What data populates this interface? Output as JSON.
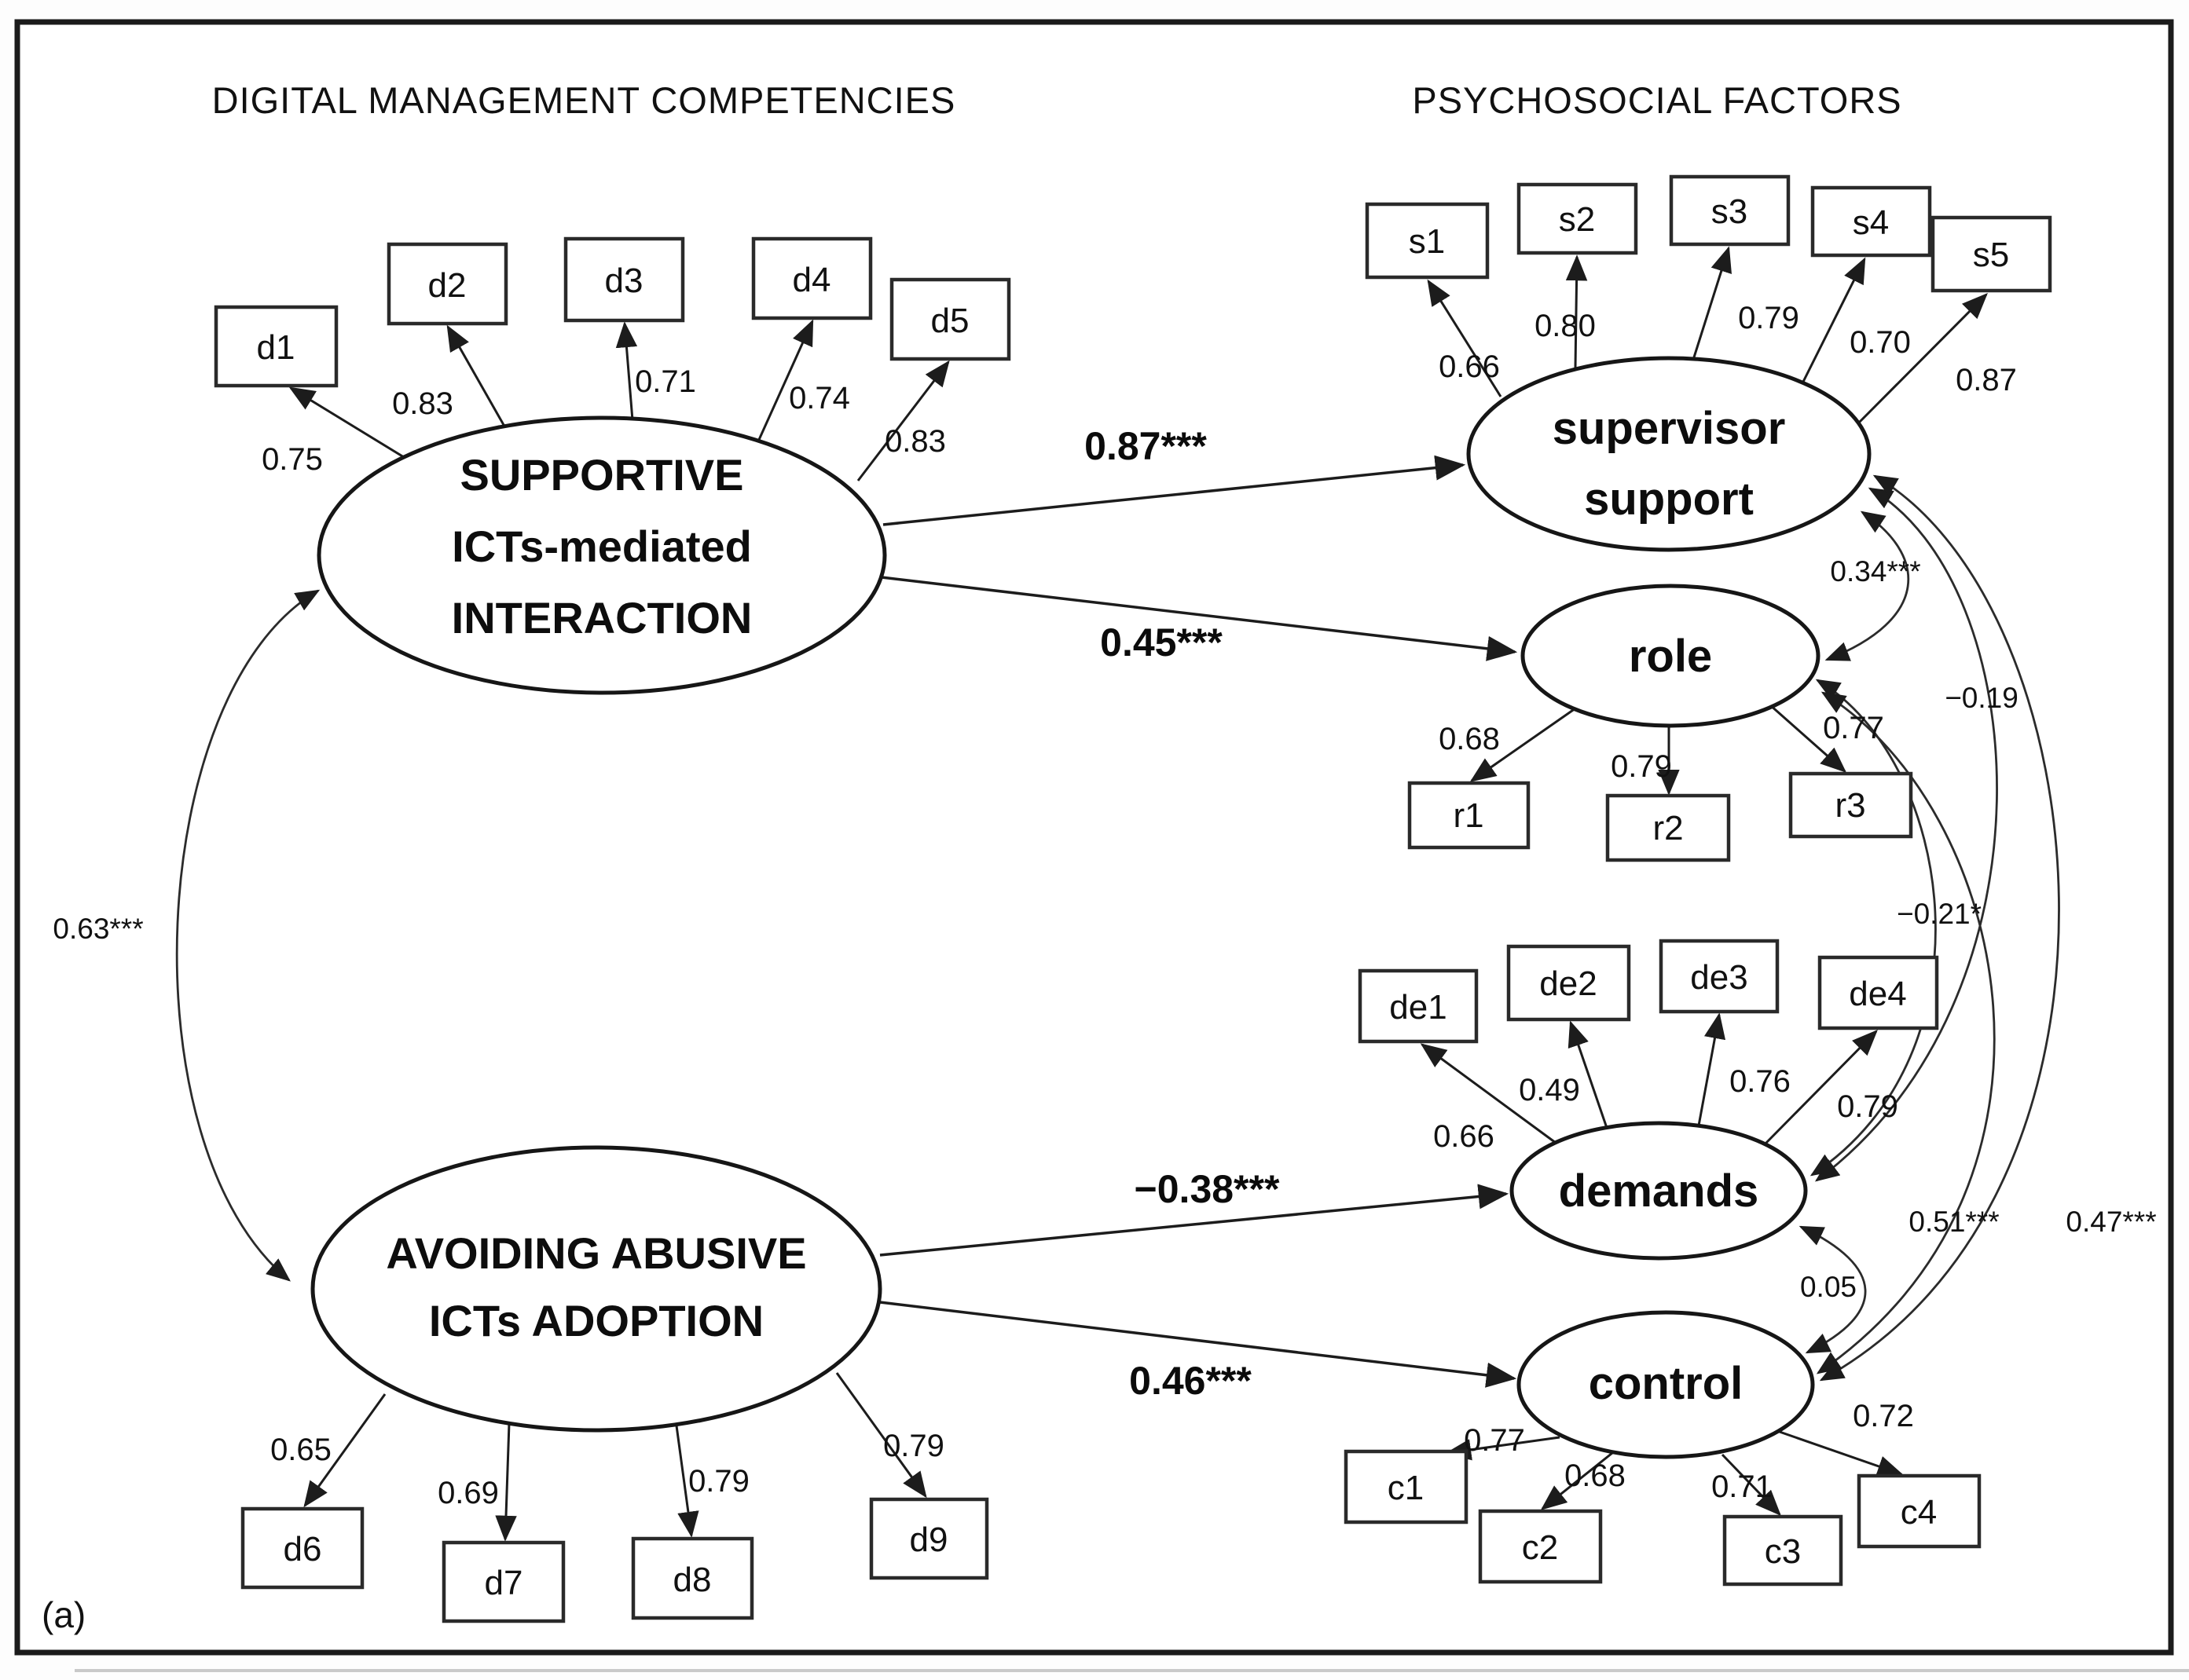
{
  "titles": {
    "left": "DIGITAL MANAGEMENT COMPETENCIES",
    "right": "PSYCHOSOCIAL FACTORS"
  },
  "figure_label": "(a)",
  "latents": {
    "supportive": {
      "line1": "SUPPORTIVE",
      "line2": "ICTs-mediated",
      "line3": "INTERACTION"
    },
    "avoiding": {
      "line1": "AVOIDING ABUSIVE",
      "line2": "ICTs ADOPTION"
    },
    "supervisor": {
      "line1": "supervisor",
      "line2": "support"
    },
    "role": {
      "label": "role"
    },
    "demands": {
      "label": "demands"
    },
    "control": {
      "label": "control"
    }
  },
  "indicators": {
    "d1": {
      "label": "d1",
      "loading": "0.75"
    },
    "d2": {
      "label": "d2",
      "loading": "0.83"
    },
    "d3": {
      "label": "d3",
      "loading": "0.71"
    },
    "d4": {
      "label": "d4",
      "loading": "0.74"
    },
    "d5": {
      "label": "d5",
      "loading": "0.83"
    },
    "d6": {
      "label": "d6",
      "loading": "0.65"
    },
    "d7": {
      "label": "d7",
      "loading": "0.69"
    },
    "d8": {
      "label": "d8",
      "loading": "0.79"
    },
    "d9": {
      "label": "d9",
      "loading": "0.79"
    },
    "s1": {
      "label": "s1",
      "loading": "0.66"
    },
    "s2": {
      "label": "s2",
      "loading": "0.80"
    },
    "s3": {
      "label": "s3",
      "loading": "0.79"
    },
    "s4": {
      "label": "s4",
      "loading": "0.70"
    },
    "s5": {
      "label": "s5",
      "loading": "0.87"
    },
    "r1": {
      "label": "r1",
      "loading": "0.68"
    },
    "r2": {
      "label": "r2",
      "loading": "0.79"
    },
    "r3": {
      "label": "r3",
      "loading": "0.77"
    },
    "de1": {
      "label": "de1",
      "loading": "0.66"
    },
    "de2": {
      "label": "de2",
      "loading": "0.49"
    },
    "de3": {
      "label": "de3",
      "loading": "0.76"
    },
    "de4": {
      "label": "de4",
      "loading": "0.79"
    },
    "c1": {
      "label": "c1",
      "loading": "0.77"
    },
    "c2": {
      "label": "c2",
      "loading": "0.68"
    },
    "c3": {
      "label": "c3",
      "loading": "0.71"
    },
    "c4": {
      "label": "c4",
      "loading": "0.72"
    }
  },
  "paths": {
    "supportive_to_supervisor": "0.87***",
    "supportive_to_role": "0.45***",
    "avoiding_to_demands": "−0.38***",
    "avoiding_to_control": "0.46***"
  },
  "correlations": {
    "supportive_avoiding": "0.63***",
    "supervisor_role": "0.34***",
    "supervisor_demands": "−0.19",
    "supervisor_control": "0.47***",
    "role_demands": "−0.21*",
    "role_control": "0.51***",
    "demands_control": "0.05"
  },
  "colors": {
    "line": "#1c1c1c",
    "background": "#ffffff"
  }
}
